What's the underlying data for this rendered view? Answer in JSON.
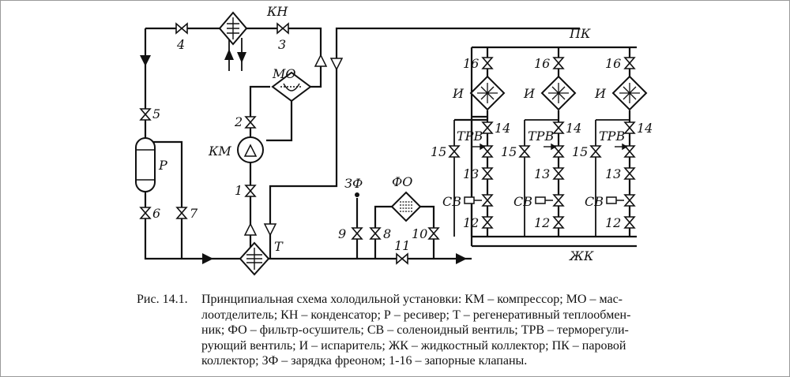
{
  "labels": {
    "kn": "КН",
    "mo": "МО",
    "km": "КМ",
    "p": "Р",
    "t": "Т",
    "zf": "ЗФ",
    "fo": "ФО",
    "pk": "ПК",
    "zhk": "ЖК",
    "i": "И",
    "trv": "ТРВ",
    "sv": "СВ",
    "v1": "1",
    "v2": "2",
    "v3": "3",
    "v4": "4",
    "v5": "5",
    "v6": "6",
    "v7": "7",
    "v8": "8",
    "v9": "9",
    "v10": "10",
    "v11": "11",
    "v12": "12",
    "v13": "13",
    "v14": "14",
    "v15": "15",
    "v16": "16"
  },
  "caption": {
    "number": "Рис. 14.1.",
    "lines": [
      "Принципиальная схема холодильной установки: КМ – компрессор; МО – мас-",
      "лоотделитель; КН – конденсатор; Р – ресивер; Т – регенеративный теплообмен-",
      "ник; ФО – фильтр-осушитель; СВ – соленоидный вентиль; ТРВ – терморегули-",
      "рующий вентиль; И – испаритель; ЖК – жидкостный коллектор; ПК – паровой",
      "коллектор; ЗФ – зарядка фреоном; 1-16 – запорные клапаны."
    ]
  }
}
